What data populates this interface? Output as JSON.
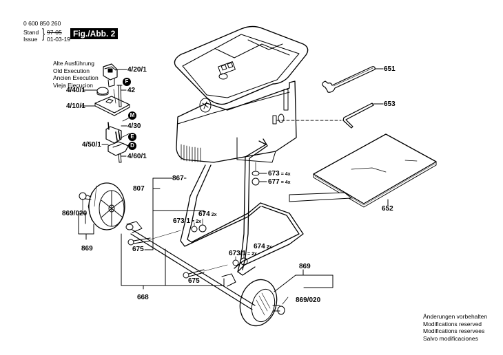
{
  "header": {
    "document_number": "0 600 850 260",
    "stand_label": "Stand",
    "issue_label": "Issue",
    "stand_date_struck": "97-05",
    "issue_date": "01-03-19",
    "figure_label": "Fig./Abb. 2"
  },
  "old_execution_caption": [
    "Alte Ausführung",
    "Old Execution",
    "Ancien Execution",
    "Vieja Ejecucion"
  ],
  "inset_parts": {
    "p4_20_1": "4/20/1",
    "p4_40_1": "4/40/1",
    "p42": "42",
    "p4_10_1": "4/10/1",
    "p4_30": "4/30",
    "p4_50_1": "4/50/1",
    "p4_60_1": "4/60/1",
    "badge_f": "F",
    "badge_m": "M",
    "badge_e": "E",
    "badge_d": "D"
  },
  "parts": {
    "p651": "651",
    "p653": "653",
    "p652": "652",
    "p673": "673",
    "p673_qty": "= 4x",
    "p677": "677",
    "p677_qty": "= 4x",
    "p867": "867",
    "p807": "807",
    "p674_a": "674",
    "p674_a_qty": "2x",
    "p673_1_a": "673/1",
    "p673_1_a_qty": "= 2x",
    "p674_b": "674",
    "p674_b_qty": "2x",
    "p673_1_b": "673/1",
    "p673_1_b_qty": "= 2x",
    "p869_020_left": "869/020",
    "p869_left": "869",
    "p675_a": "675",
    "p675_b": "675",
    "p668": "668",
    "p869_right": "869",
    "p869_020_right": "869/020"
  },
  "footer_note": [
    "Änderungen vorbehalten",
    "Modifications reserved",
    "Modifications reservees",
    "Salvo modificaciones"
  ]
}
